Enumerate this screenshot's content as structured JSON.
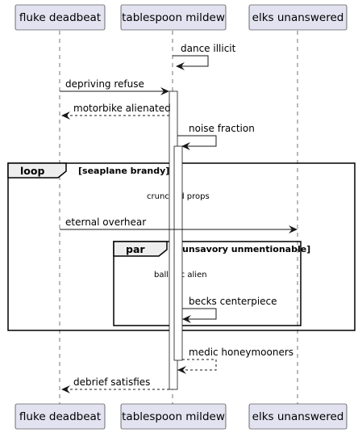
{
  "participants": [
    {
      "id": "p1",
      "label": "fluke deadbeat"
    },
    {
      "id": "p2",
      "label": "tablespoon mildew"
    },
    {
      "id": "p3",
      "label": "elks unanswered"
    }
  ],
  "messages": [
    {
      "id": "m1",
      "label": "dance illicit",
      "from": "p2",
      "to": "p2",
      "style": "solid"
    },
    {
      "id": "m2",
      "label": "depriving refuse",
      "from": "p1",
      "to": "p2",
      "style": "solid"
    },
    {
      "id": "m3",
      "label": "motorbike alienated",
      "from": "p2",
      "to": "p1",
      "style": "dashed"
    },
    {
      "id": "m4",
      "label": "noise fraction",
      "from": "p2",
      "to": "p2",
      "style": "solid"
    },
    {
      "id": "m5",
      "label": "eternal overhear",
      "from": "p1",
      "to": "p3",
      "style": "solid"
    },
    {
      "id": "m6",
      "label": "becks centerpiece",
      "from": "p2",
      "to": "p2",
      "style": "solid"
    },
    {
      "id": "m7",
      "label": "medic honeymooners",
      "from": "p2",
      "to": "p2",
      "style": "dashed"
    },
    {
      "id": "m8",
      "label": "debrief satisfies",
      "from": "p2",
      "to": "p1",
      "style": "dashed"
    }
  ],
  "fragments": [
    {
      "id": "loop",
      "keyword": "loop",
      "condition": "[seaplane brandy]"
    },
    {
      "id": "par",
      "keyword": "par",
      "condition": "[unsavory unmentionable]"
    }
  ],
  "dividers": [
    {
      "id": "d1",
      "text": "crunched props"
    },
    {
      "id": "d2",
      "text": "ballistic alien"
    }
  ]
}
